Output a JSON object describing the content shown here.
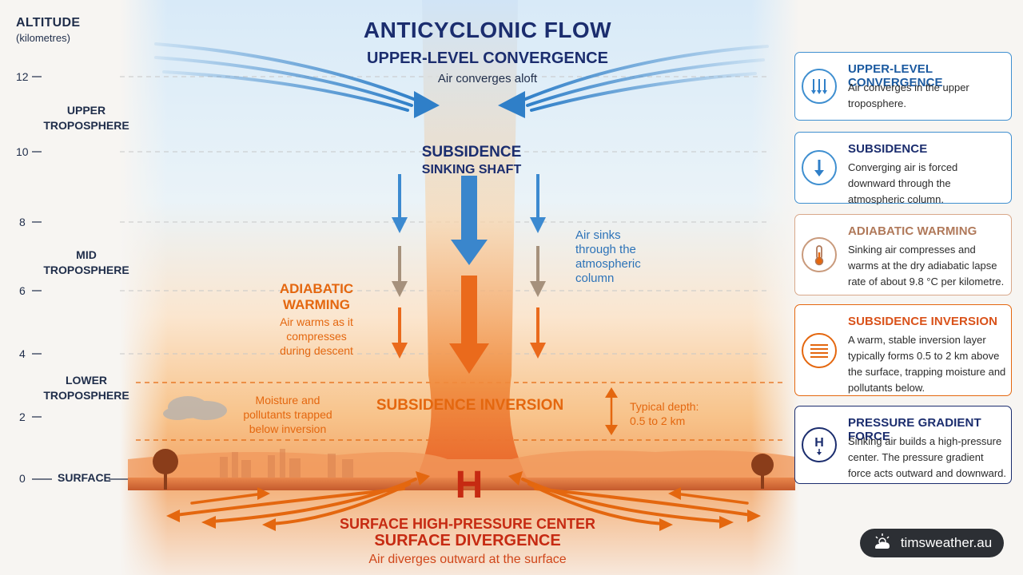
{
  "header": {
    "title": "ANTICYCLONIC FLOW",
    "upper_convergence": "UPPER-LEVEL CONVERGENCE",
    "upper_convergence_note": "Air converges aloft"
  },
  "axis": {
    "title": "ALTITUDE",
    "unit": "(kilometres)",
    "ticks": [
      "12",
      "10",
      "8",
      "6",
      "4",
      "2",
      "0"
    ],
    "surface_label": "SURFACE",
    "layers": {
      "upper": [
        "UPPER",
        "TROPOSPHERE"
      ],
      "mid": [
        "MID",
        "TROPOSPHERE"
      ],
      "lower": [
        "LOWER",
        "TROPOSPHERE"
      ]
    }
  },
  "diagram": {
    "subsidence_title": "SUBSIDENCE",
    "subsidence_sub": "SINKING SHAFT",
    "air_sinks": [
      "Air sinks",
      "through the",
      "atmospheric",
      "column"
    ],
    "adiabatic_title": [
      "ADIABATIC",
      "WARMING"
    ],
    "adiabatic_note": [
      "Air warms as it",
      "compresses",
      "during descent"
    ],
    "moisture_note": [
      "Moisture and",
      "pollutants trapped",
      "below inversion"
    ],
    "inversion_title": "SUBSIDENCE INVERSION",
    "depth_note": [
      "Typical depth:",
      "0.5 to 2 km"
    ],
    "high_symbol": "H",
    "surface_high": "SURFACE HIGH-PRESSURE CENTER",
    "surface_divergence": "SURFACE DIVERGENCE",
    "divergence_note": "Air diverges outward at the surface"
  },
  "cards": [
    {
      "title": "UPPER-LEVEL CONVERGENCE",
      "body": "Air converges in the upper troposphere.",
      "icon": "converging-arrows-icon",
      "color": "#1b5aa0"
    },
    {
      "title": "SUBSIDENCE",
      "body": "Converging air is forced downward through the atmospheric column.",
      "icon": "down-arrow-icon",
      "color": "#1b5aa0"
    },
    {
      "title": "ADIABATIC WARMING",
      "body": "Sinking air compresses and warms at the dry adiabatic lapse rate of about 9.8 °C per kilometre.",
      "icon": "thermometer-icon",
      "color": "#b0795a"
    },
    {
      "title": "SUBSIDENCE INVERSION",
      "body": "A warm, stable inversion layer typically forms 0.5 to 2 km above the surface, trapping moisture and pollutants below.",
      "icon": "inversion-layer-icon",
      "color": "#d9521a"
    },
    {
      "title": "PRESSURE GRADIENT FORCE",
      "body": "Sinking air builds a high-pressure center. The pressure gradient force acts outward and downward.",
      "icon": "high-pressure-icon",
      "color": "#1b2d6e"
    }
  ],
  "badge": {
    "text": "timsweather.au",
    "icon": "sun-cloud-icon"
  },
  "colors": {
    "sky_top": "#dcecf8",
    "warm": "#f6b77a",
    "inversion": "#e4670f",
    "blue_arrow": "#2f7fc8",
    "navy": "#1b2d6e"
  }
}
